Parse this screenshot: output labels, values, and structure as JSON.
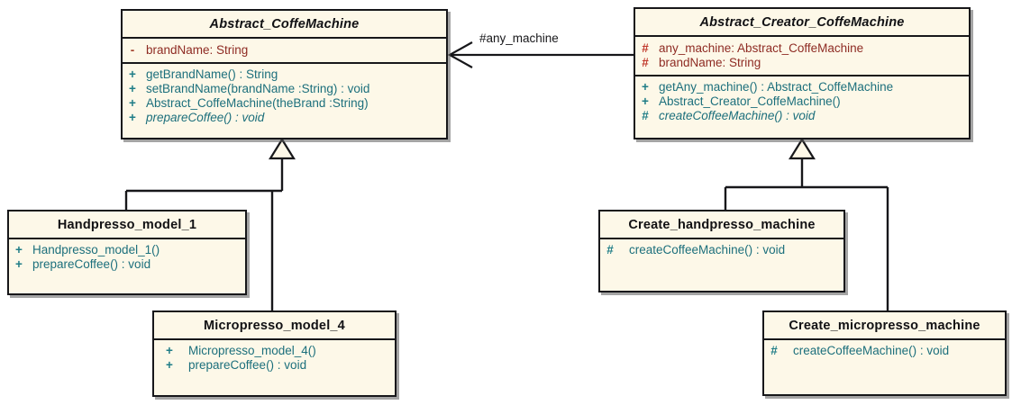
{
  "diagram": {
    "title": "Abstract Factory coffee machine UML class diagram",
    "colors": {
      "class_fill": "#fdf8e8",
      "border": "#17171a",
      "attribute_text": "#8e2b23",
      "method_text": "#1c6f7c",
      "title_text": "#111114",
      "visibility_protected": "#c0392b",
      "background": "#ffffff"
    }
  },
  "association": {
    "label": "#any_machine",
    "arrow": "open-arrow-left"
  },
  "classes": [
    {
      "id": "abstract-coffemachine",
      "name": "Abstract_CoffeMachine",
      "abstract": true,
      "attributes": [
        {
          "visibility": "-",
          "text": "brandName:  String"
        }
      ],
      "methods": [
        {
          "visibility": "+",
          "text": "getBrandName() : String",
          "abstract": false
        },
        {
          "visibility": "+",
          "text": "setBrandName(brandName :String) : void",
          "abstract": false
        },
        {
          "visibility": "+",
          "text": "Abstract_CoffeMachine(theBrand :String)",
          "abstract": false
        },
        {
          "visibility": "+",
          "text": "prepareCoffee() : void",
          "abstract": true
        }
      ]
    },
    {
      "id": "abstract-creator-coffemachine",
      "name": "Abstract_Creator_CoffeMachine",
      "abstract": true,
      "attributes": [
        {
          "visibility": "#",
          "text": "any_machine:  Abstract_CoffeMachine"
        },
        {
          "visibility": "#",
          "text": "brandName:  String"
        }
      ],
      "methods": [
        {
          "visibility": "+",
          "text": "getAny_machine() : Abstract_CoffeMachine",
          "abstract": false
        },
        {
          "visibility": "+",
          "text": "Abstract_Creator_CoffeMachine()",
          "abstract": false
        },
        {
          "visibility": "#",
          "text": "createCoffeeMachine() : void",
          "abstract": true
        }
      ]
    },
    {
      "id": "handpresso-model-1",
      "name": "Handpresso_model_1",
      "abstract": false,
      "attributes": [],
      "methods": [
        {
          "visibility": "+",
          "text": "Handpresso_model_1()",
          "abstract": false
        },
        {
          "visibility": "+",
          "text": "prepareCoffee() : void",
          "abstract": false
        }
      ]
    },
    {
      "id": "micropresso-model-4",
      "name": "Micropresso_model_4",
      "abstract": false,
      "attributes": [],
      "methods": [
        {
          "visibility": "+",
          "text": "Micropresso_model_4()",
          "abstract": false
        },
        {
          "visibility": "+",
          "text": "prepareCoffee() : void",
          "abstract": false
        }
      ]
    },
    {
      "id": "create-handpresso-machine",
      "name": "Create_handpresso_machine",
      "abstract": false,
      "attributes": [],
      "methods": [
        {
          "visibility": "#",
          "text": "createCoffeeMachine() : void",
          "abstract": false
        }
      ]
    },
    {
      "id": "create-micropresso-machine",
      "name": "Create_micropresso_machine",
      "abstract": false,
      "attributes": [],
      "methods": [
        {
          "visibility": "#",
          "text": "createCoffeeMachine() : void",
          "abstract": false
        }
      ]
    }
  ]
}
